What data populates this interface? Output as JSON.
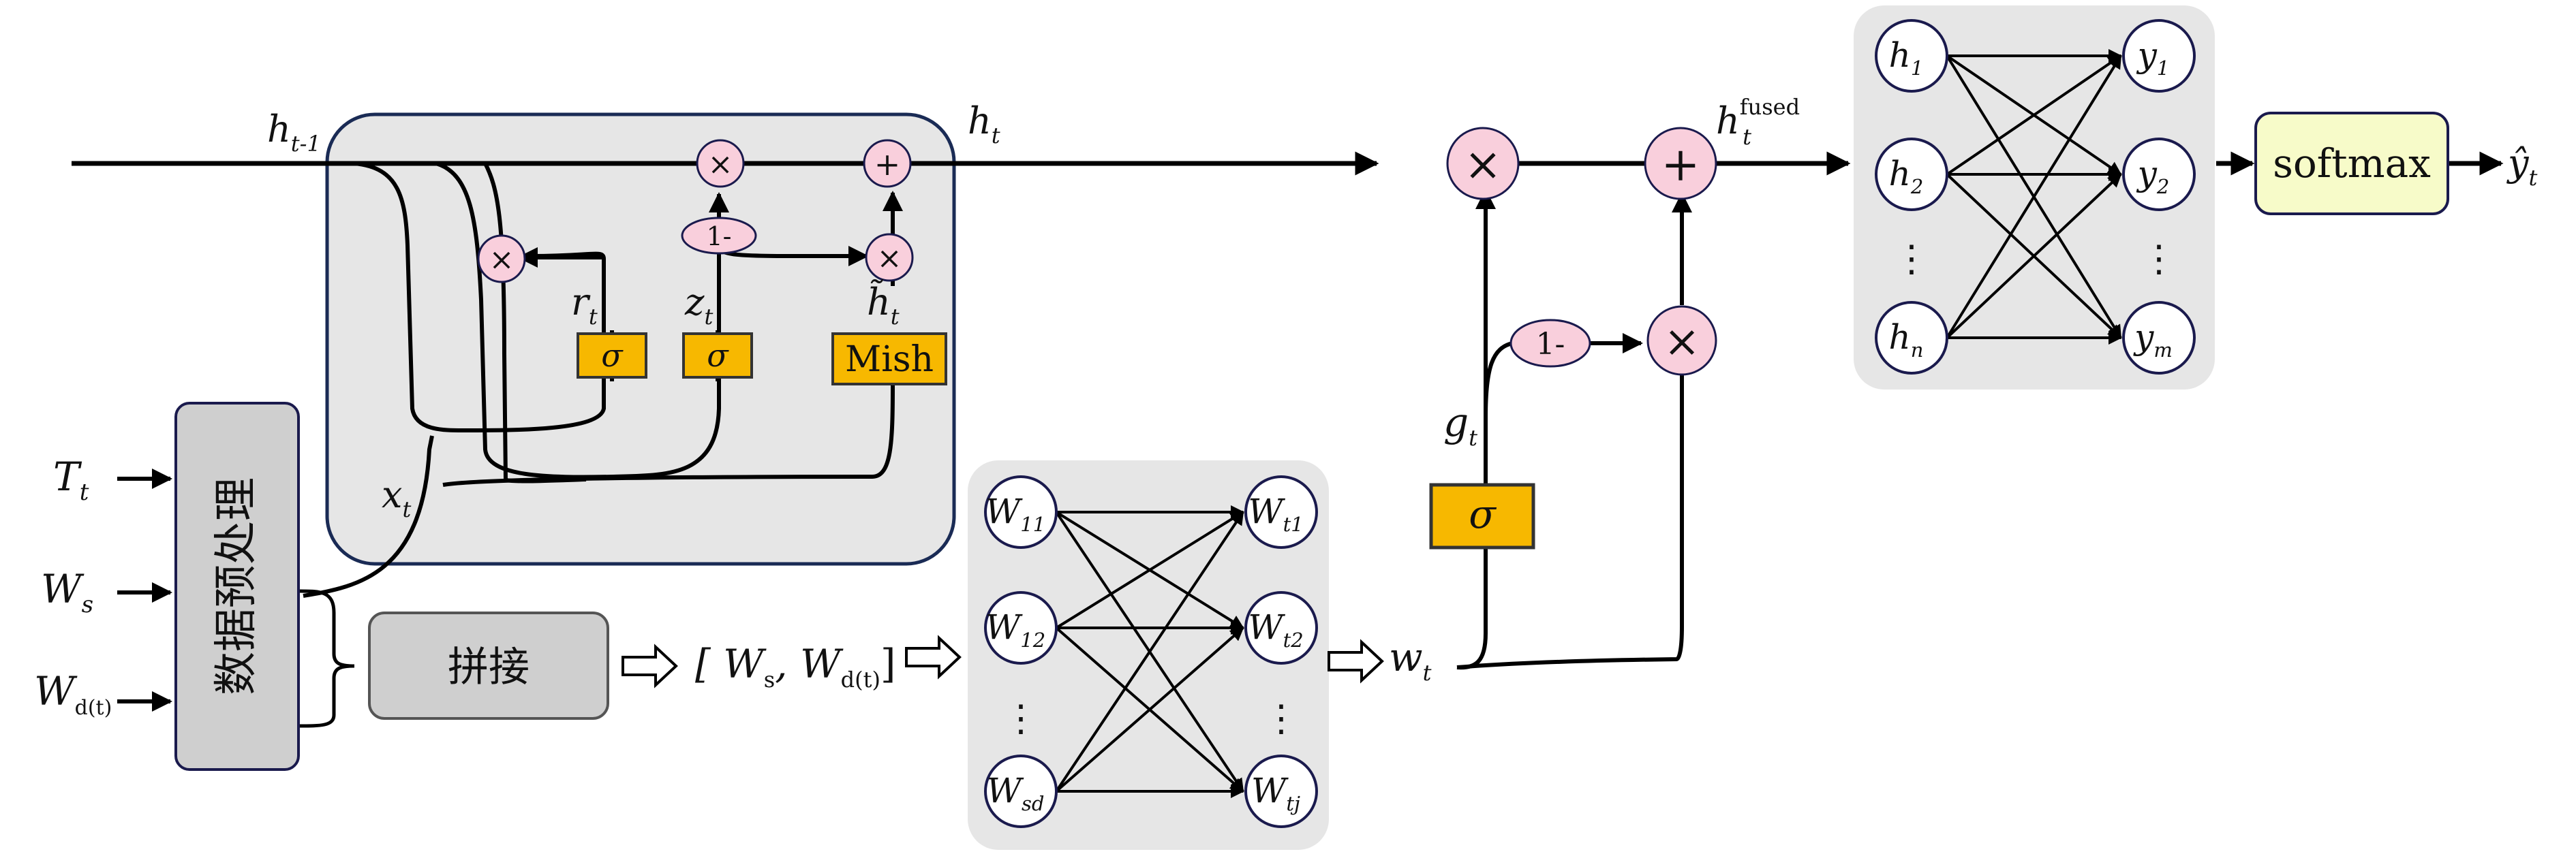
{
  "inputs": {
    "t": {
      "main": "T",
      "sub": "t"
    },
    "ws": {
      "main": "W",
      "sub": "s"
    },
    "wd": {
      "main": "W",
      "sub": "d(t)"
    }
  },
  "preprocess": {
    "label": "数据预处理"
  },
  "concat": {
    "label": "拼接"
  },
  "concat_vector": {
    "text": "[ W",
    "sub1": "s",
    "mid": ", W",
    "sub2": "d(t)",
    "end": "]"
  },
  "gru": {
    "h_prev": {
      "main": "h",
      "sub": "t-1"
    },
    "h_out": {
      "main": "h",
      "sub": "t"
    },
    "x_in": {
      "main": "x",
      "sub": "t"
    },
    "r_gate": {
      "main": "r",
      "sub": "t"
    },
    "z_gate": {
      "main": "z",
      "sub": "t"
    },
    "h_cand": {
      "main": "h̃",
      "sub": "t"
    },
    "sigma": "σ",
    "mish": "Mish",
    "one_minus": "1-",
    "times": "×",
    "plus": "+"
  },
  "net_w": {
    "left_nodes": [
      {
        "main": "W",
        "sub": "11"
      },
      {
        "main": "W",
        "sub": "12"
      },
      {
        "main": "⋮",
        "sub": ""
      },
      {
        "main": "W",
        "sub": "sd"
      }
    ],
    "right_nodes": [
      {
        "main": "W",
        "sub": "t1"
      },
      {
        "main": "W",
        "sub": "t2"
      },
      {
        "main": "⋮",
        "sub": ""
      },
      {
        "main": "W",
        "sub": "tj"
      }
    ]
  },
  "fusion": {
    "w_t": {
      "main": "w",
      "sub": "t"
    },
    "g_t": {
      "main": "g",
      "sub": "t"
    },
    "sigma": "σ",
    "one_minus": "1-",
    "h_fused": {
      "main": "h",
      "sub": "t",
      "sup": "fused"
    }
  },
  "net_h": {
    "left_nodes": [
      {
        "main": "h",
        "sub": "1"
      },
      {
        "main": "h",
        "sub": "2"
      },
      {
        "main": "⋮",
        "sub": ""
      },
      {
        "main": "h",
        "sub": "n"
      }
    ],
    "right_nodes": [
      {
        "main": "y",
        "sub": "1"
      },
      {
        "main": "y",
        "sub": "2"
      },
      {
        "main": "⋮",
        "sub": ""
      },
      {
        "main": "y",
        "sub": "m"
      }
    ]
  },
  "softmax": {
    "label": "softmax"
  },
  "output": {
    "main": "ŷ",
    "sub": "t"
  },
  "colors": {
    "op_fill": "#f9cfdc",
    "gate_fill": "#f7b800",
    "panel_fill": "#e6e6e6",
    "node_stroke": "#1a1a4d",
    "softmax_fill": "#f7fbc9",
    "box_fill": "#cfcfcf"
  }
}
